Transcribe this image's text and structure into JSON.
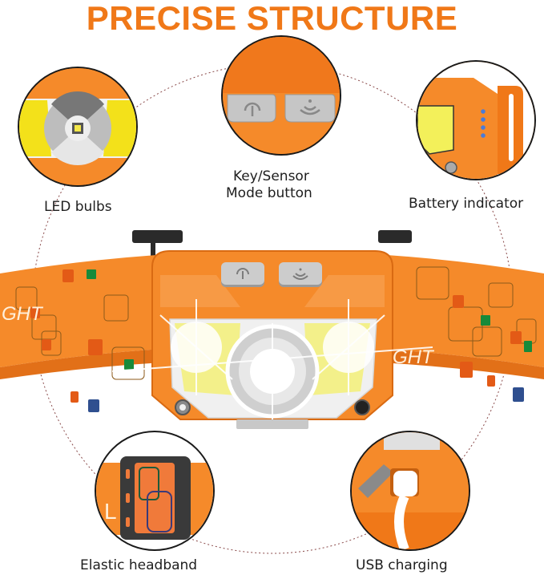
{
  "title": "PRECISE STRUCTURE",
  "colors": {
    "accent": "#f07818",
    "body_orange": "#f58a2a",
    "button_gray": "#c8c8c8",
    "battery_led": "#4a7bd8",
    "text": "#1e1e1e"
  },
  "callouts": [
    {
      "id": "led",
      "label": "LED bulbs",
      "icon": "led-bulb-icon"
    },
    {
      "id": "buttons",
      "label": "Key/Sensor",
      "label_line2": "Mode button",
      "icon": "power-and-sensor-icon"
    },
    {
      "id": "battery",
      "label": "Battery indicator",
      "icon": "battery-indicator-icon",
      "led_count": 4
    },
    {
      "id": "headband",
      "label": "Elastic headband",
      "icon": "buckle-icon"
    },
    {
      "id": "usb",
      "label": "USB charging",
      "icon": "usb-icon"
    }
  ],
  "product": {
    "band_text_left": "GHT",
    "band_text_right": "GHT",
    "buttons": [
      "power-icon",
      "sensor-icon"
    ]
  }
}
